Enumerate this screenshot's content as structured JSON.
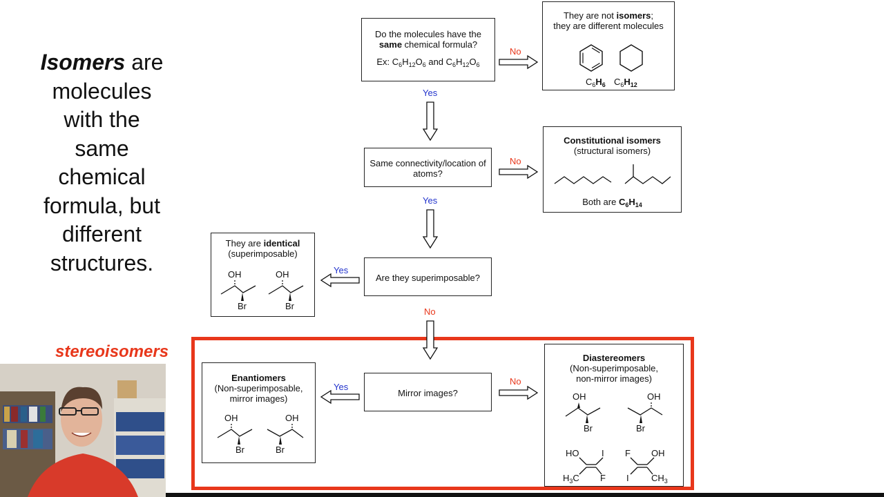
{
  "intro": {
    "bold_word": "Isomers",
    "line1_rest": " are",
    "line2": "molecules",
    "line3": "with the",
    "line4": "same",
    "line5": "chemical",
    "line6": "formula, but",
    "line7": "different",
    "line8": "structures."
  },
  "stereo_label": "stereoisomers",
  "q1": {
    "line1": "Do the molecules have the",
    "line2_bold": "same",
    "line2_rest": " chemical formula?",
    "example_prefix": "Ex: C",
    "example_and": " and C"
  },
  "not_isomers": {
    "line1_a": "They are not ",
    "line1_bold": "isomers",
    "line1_c": ";",
    "line2": "they are different molecules",
    "formula1": "C6H6",
    "formula2": "C6H12"
  },
  "q2": {
    "text": "Same connectivity/location of atoms?"
  },
  "constitutional": {
    "title": "Constitutional isomers",
    "subtitle": "(structural isomers)",
    "both_are": "Both are "
  },
  "q3": {
    "text": "Are they superimposable?"
  },
  "identical": {
    "line1_a": "They are ",
    "line1_bold": "identical",
    "line2": "(superimposable)"
  },
  "q4": {
    "text": "Mirror images?"
  },
  "enantiomers": {
    "title": "Enantiomers",
    "line2": "(Non-superimposable,",
    "line3": "mirror images)"
  },
  "diastereomers": {
    "title": "Diastereomers",
    "line2": "(Non-superimposable,",
    "line3": "non-mirror images)"
  },
  "answers": {
    "yes": "Yes",
    "no": "No"
  },
  "atoms": {
    "oh": "OH",
    "br": "Br",
    "ho": "HO",
    "f": "F",
    "i": "I",
    "h3c": "H3C",
    "ch3": "CH3"
  },
  "colors": {
    "accent_red": "#e8371b",
    "yes_blue": "#2233cc"
  }
}
